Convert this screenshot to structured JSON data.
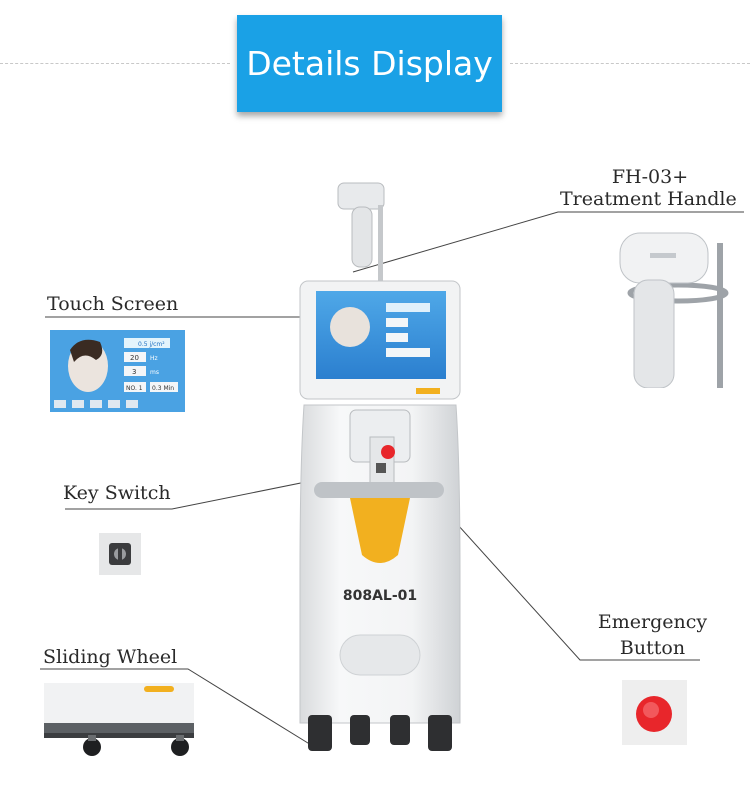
{
  "banner": {
    "title": "Details Display"
  },
  "labels": {
    "treatment_handle_line1": "FH-03+",
    "treatment_handle_line2": "Treatment Handle",
    "touch_screen": "Touch Screen",
    "key_switch": "Key Switch",
    "emergency_line1": "Emergency",
    "emergency_line2": "Button",
    "sliding_wheel": "Sliding Wheel"
  },
  "machine": {
    "model": "808AL-01"
  },
  "screen": {
    "field1": "0.5 j/cm²",
    "field2": "20",
    "field2_unit": "Hz",
    "field3": "3",
    "field3_unit": "ms",
    "field4": "NO. 1",
    "field4_value": "0.3 Min"
  },
  "colors": {
    "banner": "#1aa1e6",
    "accent": "#f2b01f",
    "emergency": "#e8262b"
  }
}
